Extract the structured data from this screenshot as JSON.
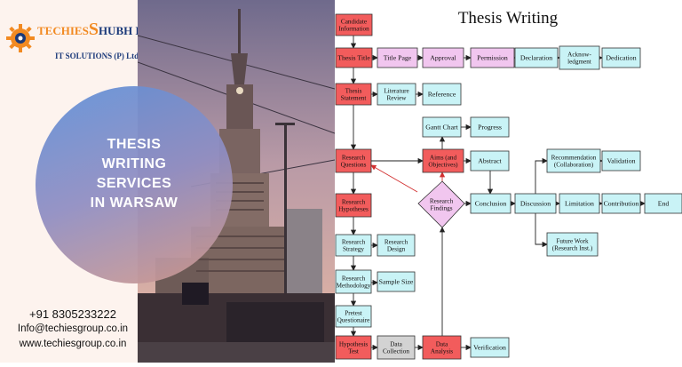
{
  "logo": {
    "part1": "TECHIES",
    "part2": "HUBH DEEP",
    "tagline": "IT  SOLUTIONS (P) Ltd."
  },
  "banner": {
    "lines": [
      "THESIS",
      "WRITING",
      "SERVICES",
      "IN WARSAW"
    ]
  },
  "contact": {
    "phone": "+91 8305233222",
    "email": "Info@techiesgroup.co.in",
    "website": "www.techiesgroup.co.in"
  },
  "diagram": {
    "title": "Thesis Writing",
    "nodes": {
      "candidate": [
        "Candidate",
        "Information"
      ],
      "thesis_title": [
        "Thesis Title"
      ],
      "title_page": [
        "Title Page"
      ],
      "approval": [
        "Approval"
      ],
      "permission": [
        "Permission"
      ],
      "declaration": [
        "Declaration"
      ],
      "acknowledgment": [
        "Acknow-",
        "ledgment"
      ],
      "dedication": [
        "Dedication"
      ],
      "thesis_statement": [
        "Thesis",
        "Statement"
      ],
      "lit_review": [
        "Literature",
        "Review"
      ],
      "reference": [
        "Reference"
      ],
      "gantt": [
        "Gantt Chart"
      ],
      "progress": [
        "Progress"
      ],
      "research_questions": [
        "Research",
        "Questions"
      ],
      "aims": [
        "Aims (and",
        "Objectives)"
      ],
      "abstract": [
        "Abstract"
      ],
      "recommendation": [
        "Recommendation",
        "(Collaboration)"
      ],
      "validation": [
        "Validation"
      ],
      "research_hypotheses": [
        "Research",
        "Hypotheses"
      ],
      "research_findings": [
        "Research",
        "Findings"
      ],
      "conclusion": [
        "Conclusion"
      ],
      "discussion": [
        "Discussion"
      ],
      "limitation": [
        "Limitation"
      ],
      "contribution": [
        "Contribution"
      ],
      "end": [
        "End"
      ],
      "research_strategy": [
        "Research",
        "Strategy"
      ],
      "research_design": [
        "Research",
        "Design"
      ],
      "future_work": [
        "Future Work",
        "(Research Inst.)"
      ],
      "research_methodology": [
        "Research",
        "Methodology"
      ],
      "sample_size": [
        "Sample Size"
      ],
      "pretest": [
        "Pretest",
        "Questionaire"
      ],
      "hypothesis_test": [
        "Hypothesis",
        "Test"
      ],
      "data_collection": [
        "Data",
        "Collection"
      ],
      "data_analysis": [
        "Data",
        "Analysis"
      ],
      "verification": [
        "Verification"
      ]
    }
  },
  "colors": {
    "red": "#f25c5c",
    "cyan": "#c9f3f6",
    "purple": "#f1c6ef",
    "gray": "#d3d3d3"
  }
}
